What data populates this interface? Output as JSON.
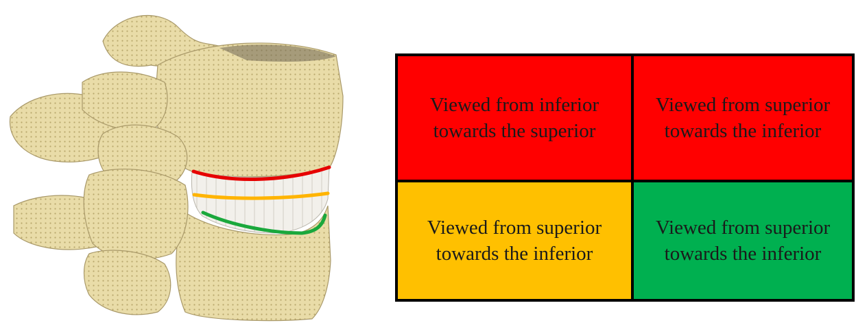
{
  "figure": {
    "colors": {
      "bone": "#e9dca8",
      "bone_dark": "#c9b77c",
      "disc": "#f1efea",
      "curve_red": "#e60000",
      "curve_yellow": "#ffb400",
      "curve_green": "#1aa83c"
    },
    "table": {
      "cells": [
        {
          "id": "top-left",
          "line1": "Viewed from inferior",
          "line2": "towards the superior",
          "color": "#ff0000"
        },
        {
          "id": "top-right",
          "line1": "Viewed from superior",
          "line2": "towards the inferior",
          "color": "#ff0000"
        },
        {
          "id": "bottom-left",
          "line1": "Viewed from superior",
          "line2": "towards the inferior",
          "color": "#ffc000"
        },
        {
          "id": "bottom-right",
          "line1": "Viewed from superior",
          "line2": "towards the inferior",
          "color": "#00b050"
        }
      ]
    }
  }
}
